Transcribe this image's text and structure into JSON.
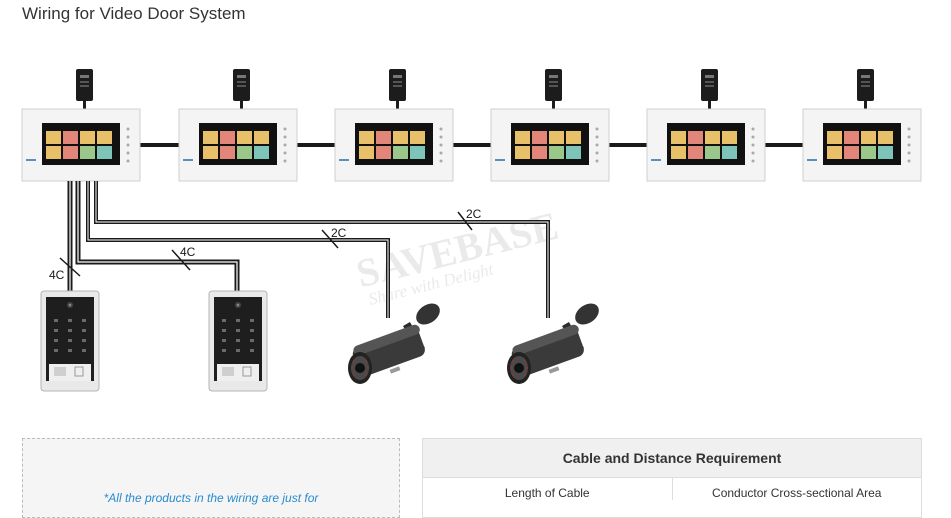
{
  "page": {
    "title": "Wiring for Video Door System"
  },
  "diagram": {
    "monitor_count": 6,
    "cable_labels": [
      "4C",
      "4C",
      "2C",
      "2C"
    ],
    "watermark": {
      "brand": "SAVEBASE",
      "tagline": "Share with Delight"
    }
  },
  "note": {
    "text": "*All the products in the wiring are just for"
  },
  "requirement_table": {
    "title": "Cable and Distance Requirement",
    "columns": [
      "Length of Cable",
      "Conductor Cross-sectional Area"
    ]
  },
  "colors": {
    "cable": "#1a1a1a",
    "monitor_frame": "#f4f4f4",
    "screen": "#111111",
    "tile_yellow": "#e8c06a",
    "tile_red": "#e2867a",
    "tile_green": "#9cc78a",
    "tile_teal": "#7fc4b8",
    "note_text": "#2a8bd0"
  }
}
